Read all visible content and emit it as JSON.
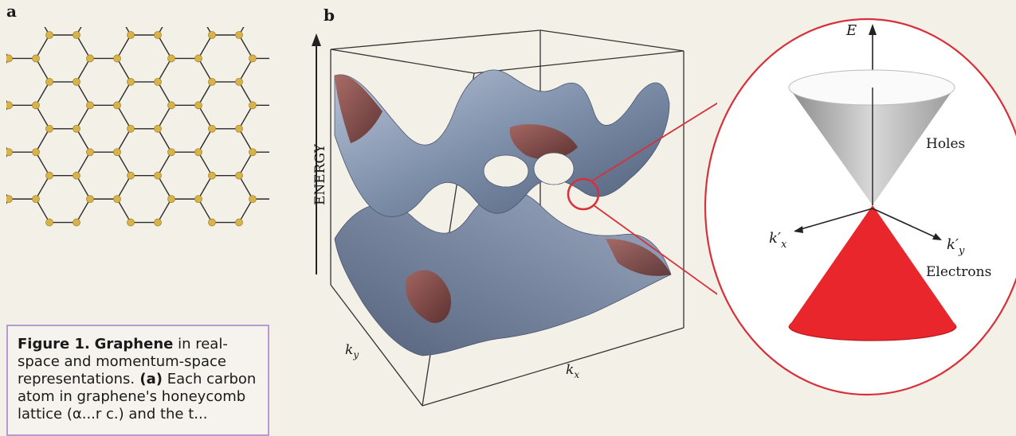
{
  "panel_a": {
    "letter": "a"
  },
  "panel_b": {
    "letter": "b",
    "energy_label": "ENERGY",
    "kx_label": "k",
    "kx_sub": "x",
    "ky_label": "k",
    "ky_sub": "y"
  },
  "inset": {
    "e_label": "E",
    "holes_label": "Holes",
    "electrons_label": "Electrons",
    "kx_prime_label": "k′",
    "kx_prime_sub": "x",
    "ky_prime_label": "k′",
    "ky_prime_sub": "y"
  },
  "caption": {
    "figure_label": "Figure 1.",
    "title_word": "Graphene",
    "text1": " in real-space and momentum-space representations.",
    "label_a": " (a)",
    "text2": " Each carbon atom in graphene's honeycomb lattice (α...r c.) and the t..."
  },
  "colors": {
    "atom": "#d8b24a",
    "bond": "#2a2a2a",
    "band_blue": "#8f9fb8",
    "band_red": "#8a4a44",
    "cone_red": "#e8262b",
    "inset_border": "#d8303a"
  }
}
